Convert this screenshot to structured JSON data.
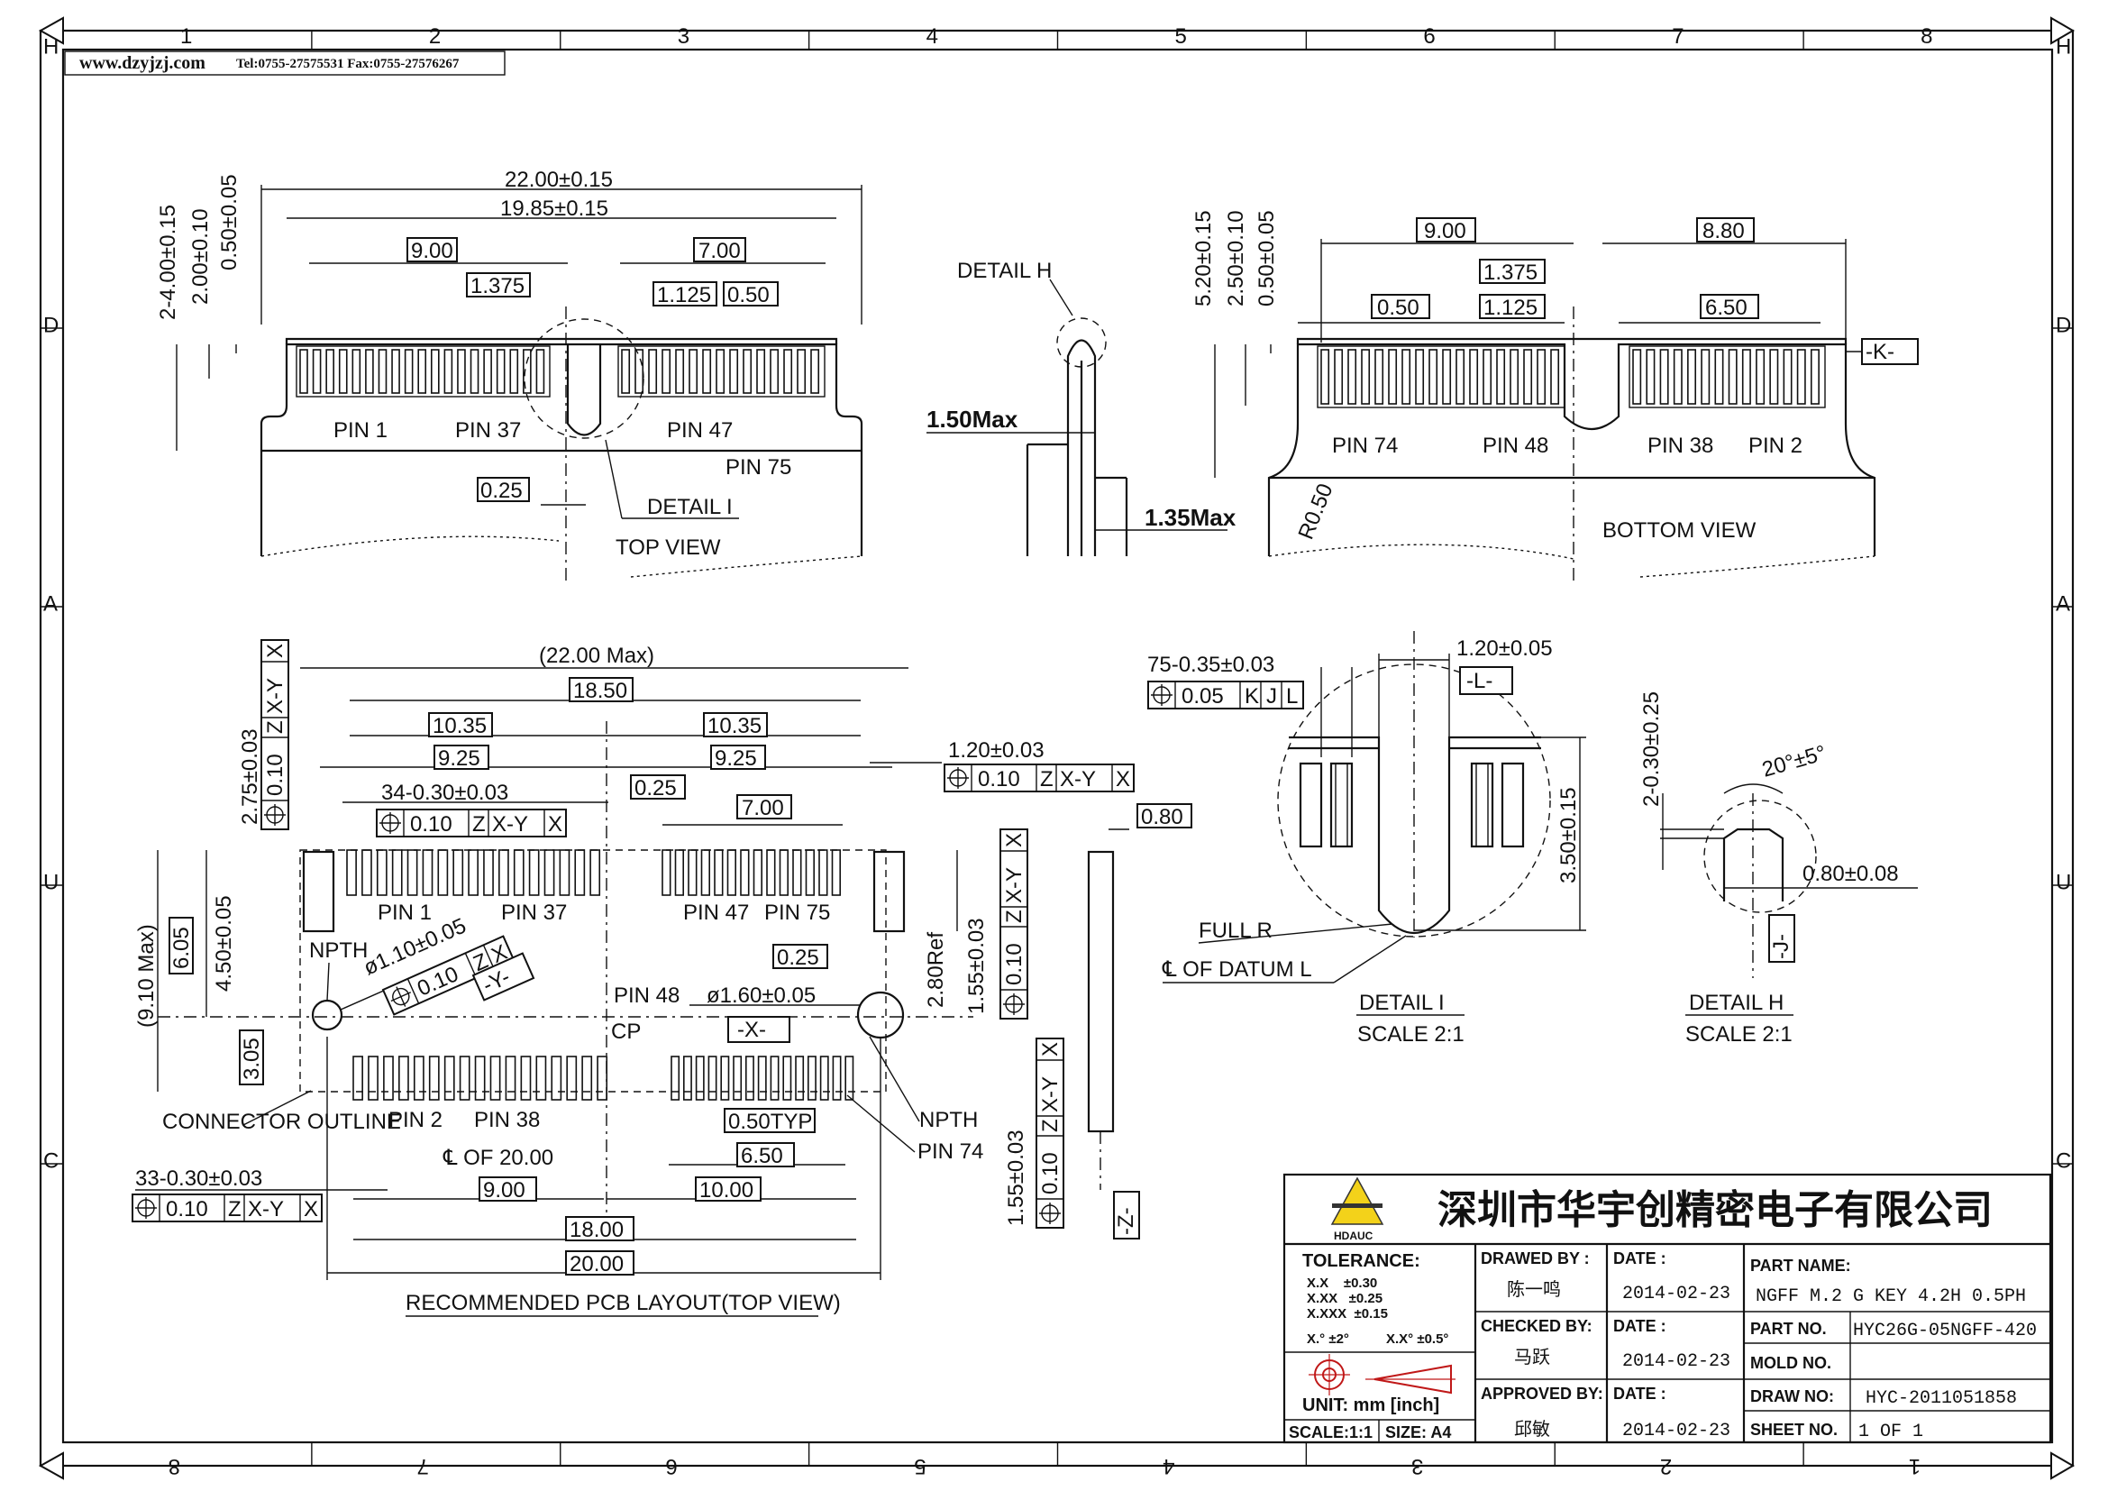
{
  "header": {
    "website": "www.dzyjzj.com",
    "contact": "Tel:0755-27575531  Fax:0755-27576267"
  },
  "border": {
    "top_zones": [
      "1",
      "2",
      "3",
      "4",
      "5",
      "6",
      "7",
      "8"
    ],
    "bottom_zones": [
      "8",
      "7",
      "6",
      "5",
      "4",
      "3",
      "2",
      "1"
    ],
    "left_zones": [
      "H",
      "D",
      "A",
      "U",
      "C"
    ],
    "right_zones": [
      "H",
      "D",
      "A",
      "U",
      "C"
    ]
  },
  "top_view": {
    "dims": [
      "22.00±0.15",
      "19.85±0.15",
      "9.00",
      "7.00",
      "1.375",
      "1.125",
      "0.50",
      "0.25"
    ],
    "vert_dims": [
      "2-4.00±0.15",
      "2.00±0.10",
      "0.50±0.05"
    ],
    "pins": [
      "PIN 1",
      "PIN 37",
      "PIN 47",
      "PIN 75"
    ],
    "detail_ref": "DETAIL I",
    "caption": "TOP VIEW"
  },
  "side_view": {
    "detail_ref": "DETAIL H",
    "dims": [
      "1.50Max",
      "1.35Max"
    ]
  },
  "bottom_view": {
    "dims": [
      "9.00",
      "8.80",
      "1.375",
      "0.50",
      "1.125",
      "6.50",
      "R0.50"
    ],
    "vert_dims": [
      "5.20±0.15",
      "2.50±0.10",
      "0.50±0.05"
    ],
    "pins": [
      "PIN 74",
      "PIN 48",
      "PIN 38",
      "PIN 2"
    ],
    "datum": "-K-",
    "caption": "BOTTOM VIEW"
  },
  "pcb_layout": {
    "dims_top": [
      "(22.00 Max)",
      "18.50",
      "10.35",
      "10.35",
      "9.25",
      "9.25",
      "34-0.30±0.03",
      "0.25",
      "7.00",
      "1.20±0.03",
      "0.80",
      "0.25"
    ],
    "dims_left": [
      "2.75±0.03",
      "(9.10 Max)",
      "6.05",
      "4.50±0.05",
      "3.05"
    ],
    "dims_right": [
      "2.80Ref",
      "1.55±0.03",
      "1.55±0.03"
    ],
    "dims_bottom": [
      "33-0.30±0.03",
      "0.50TYP",
      "6.50",
      "9.00",
      "10.00",
      "18.00",
      "20.00"
    ],
    "holes": [
      "ø1.10±0.05",
      "ø1.60±0.05"
    ],
    "fcf": {
      "pos": "0.10",
      "z": "Z",
      "xy": "X-Y",
      "x": "X"
    },
    "datums": [
      "-Y-",
      "-X-",
      "-Z-"
    ],
    "labels": [
      "NPTH",
      "NPTH",
      "CP",
      "PIN 48",
      "PIN 1",
      "PIN 37",
      "PIN 47",
      "PIN 75",
      "PIN 2",
      "PIN 38",
      "PIN 74",
      "CONNECTOR OUTLINE"
    ],
    "centerline": "℄ OF 20.00",
    "caption": "RECOMMENDED PCB LAYOUT(TOP VIEW)"
  },
  "detail_i": {
    "dims": [
      "75-0.35±0.03",
      "1.20±0.05",
      "3.50±0.15"
    ],
    "fcf": [
      "0.05",
      "K",
      "J",
      "L"
    ],
    "datum": "-L-",
    "labels": [
      "FULL R",
      "℄ OF DATUM L"
    ],
    "title": "DETAIL I",
    "scale": "SCALE 2:1"
  },
  "detail_h": {
    "dims": [
      "2-0.30±0.25",
      "20°±5°",
      "0.80±0.08"
    ],
    "datum": "-J-",
    "title": "DETAIL H",
    "scale": "SCALE 2:1"
  },
  "title_block": {
    "company": "深圳市华宇创精密电子有限公司",
    "logo_text": "HDAUC",
    "tolerance_label": "TOLERANCE:",
    "tolerances": [
      "X.X    ±0.30",
      "X.XX   ±0.25",
      "X.XXX  ±0.15"
    ],
    "angles": [
      "X.° ±2°",
      "X.X° ±0.5°"
    ],
    "unit": "UNIT: mm [inch]",
    "scale": "SCALE:1:1",
    "size": "SIZE: A4",
    "drawn_by_label": "DRAWED BY :",
    "drawn_by": "陈一鸣",
    "checked_by_label": "CHECKED BY:",
    "checked_by": "马跃",
    "approved_by_label": "APPROVED BY:",
    "approved_by": "邱敏",
    "date_label": "DATE :",
    "date1": "2014-02-23",
    "date2": "2014-02-23",
    "date3": "2014-02-23",
    "part_name_label": "PART NAME:",
    "part_name": "NGFF M.2 G KEY 4.2H 0.5PH",
    "part_no_label": "PART NO.",
    "part_no": "HYC26G-05NGFF-420",
    "mold_no_label": "MOLD NO.",
    "mold_no": "",
    "draw_no_label": "DRAW NO:",
    "draw_no": "HYC-2011051858",
    "sheet_no_label": "SHEET NO.",
    "sheet_no": "1 OF 1"
  }
}
